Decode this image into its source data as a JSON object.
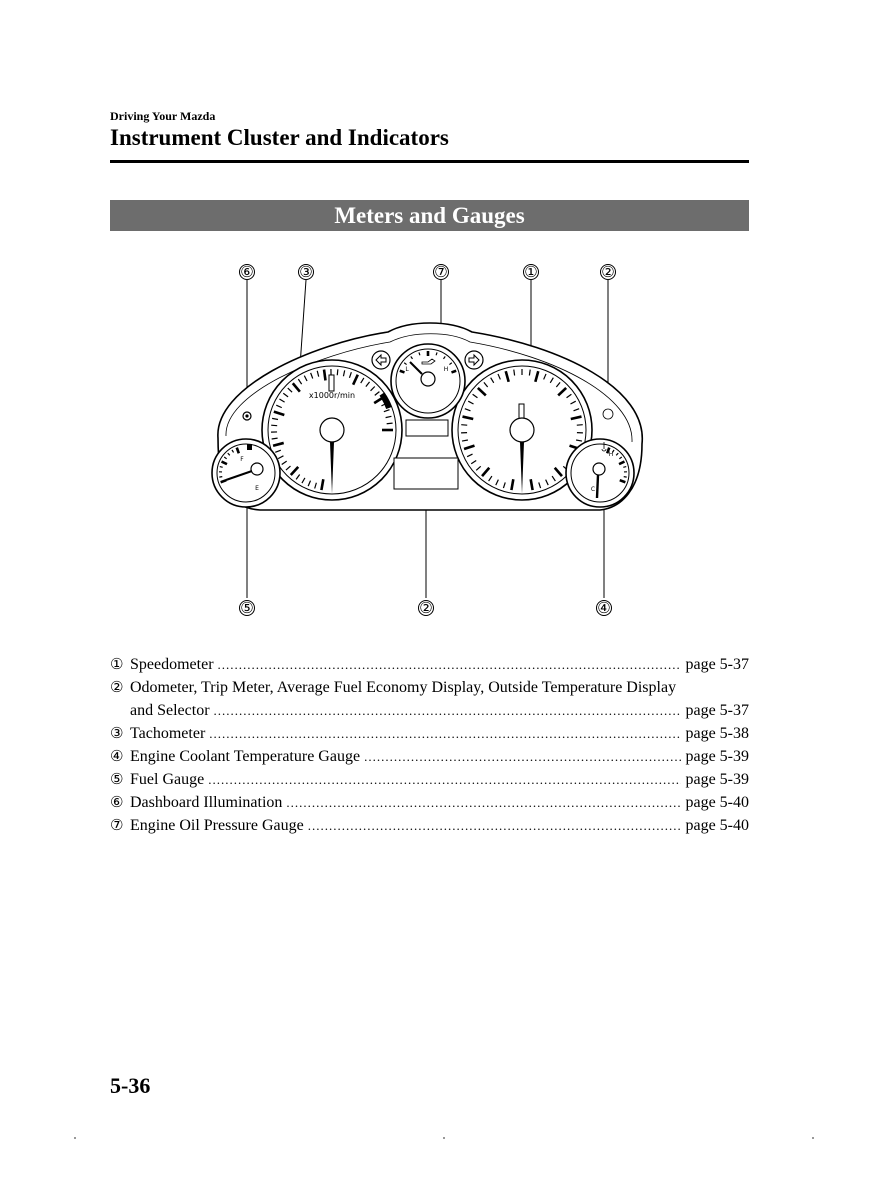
{
  "header": {
    "section": "Driving Your Mazda",
    "title": "Instrument Cluster and Indicators"
  },
  "banner": {
    "title": "Meters and Gauges"
  },
  "figure": {
    "callouts_top": [
      "⑥",
      "③",
      "⑦",
      "①",
      "②"
    ],
    "callouts_bottom": [
      "⑤",
      "②",
      "④"
    ],
    "tachometer_unit": "x1000r/min",
    "fuel_full": "F",
    "fuel_empty": "E",
    "oil_low": "L",
    "oil_high": "H",
    "temp_high": "H",
    "temp_cold": "C"
  },
  "legend": [
    {
      "num": "①",
      "label": "Speedometer",
      "page": "page 5-37"
    },
    {
      "num": "②",
      "label": "Odometer, Trip Meter, Average Fuel Economy Display, Outside Temperature Display",
      "label2": "and Selector",
      "page": "page 5-37"
    },
    {
      "num": "③",
      "label": "Tachometer",
      "page": "page 5-38"
    },
    {
      "num": "④",
      "label": "Engine Coolant Temperature Gauge",
      "page": "page 5-39"
    },
    {
      "num": "⑤",
      "label": "Fuel Gauge",
      "page": "page 5-39"
    },
    {
      "num": "⑥",
      "label": "Dashboard Illumination",
      "page": "page 5-40"
    },
    {
      "num": "⑦",
      "label": "Engine Oil Pressure Gauge",
      "page": "page 5-40"
    }
  ],
  "footer": {
    "page_number": "5-36"
  }
}
